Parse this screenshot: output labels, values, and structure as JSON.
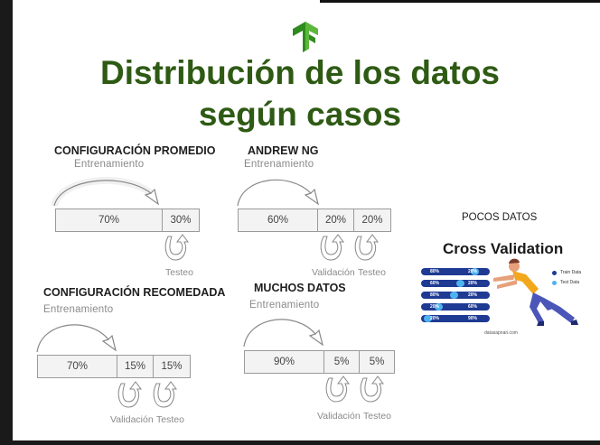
{
  "title": {
    "line1": "Distribución de los datos",
    "line2": "según casos"
  },
  "sections": {
    "promedio": {
      "title": "CONFIGURACIÓN PROMEDIO",
      "train_label": "Entrenamiento",
      "test_label": "Testeo",
      "segments": [
        "70%",
        "30%"
      ]
    },
    "andrew": {
      "title": "ANDREW NG",
      "train_label": "Entrenamiento",
      "val_label": "Validación",
      "test_label": "Testeo",
      "segments": [
        "60%",
        "20%",
        "20%"
      ]
    },
    "recomendada": {
      "title": "CONFIGURACIÓN RECOMEDADA",
      "train_label": "Entrenamiento",
      "val_label": "Validación",
      "test_label": "Testeo",
      "segments": [
        "70%",
        "15%",
        "15%"
      ]
    },
    "muchos": {
      "title": "MUCHOS DATOS",
      "train_label": "Entrenamiento",
      "val_label": "Validación",
      "test_label": "Testeo",
      "segments": [
        "90%",
        "5%",
        "5%"
      ]
    },
    "pocos": {
      "title": "POCOS DATOS",
      "cv_title": "Cross Validation",
      "legend_train": "Train Data",
      "legend_test": "Test Data",
      "footer": "datasapnari.com",
      "bars": [
        {
          "left": "80%",
          "right": "20%"
        },
        {
          "left": "60%",
          "right": "20%"
        },
        {
          "left": "80%",
          "right": "20%"
        },
        {
          "left": "20%",
          "right": "60%"
        },
        {
          "left": "20%",
          "right": "90%"
        }
      ]
    }
  },
  "colors": {
    "title": "#2e5a14",
    "navy": "#1f3a93",
    "light_blue": "#4fb3f0",
    "accent_yellow": "#f2a81d"
  }
}
